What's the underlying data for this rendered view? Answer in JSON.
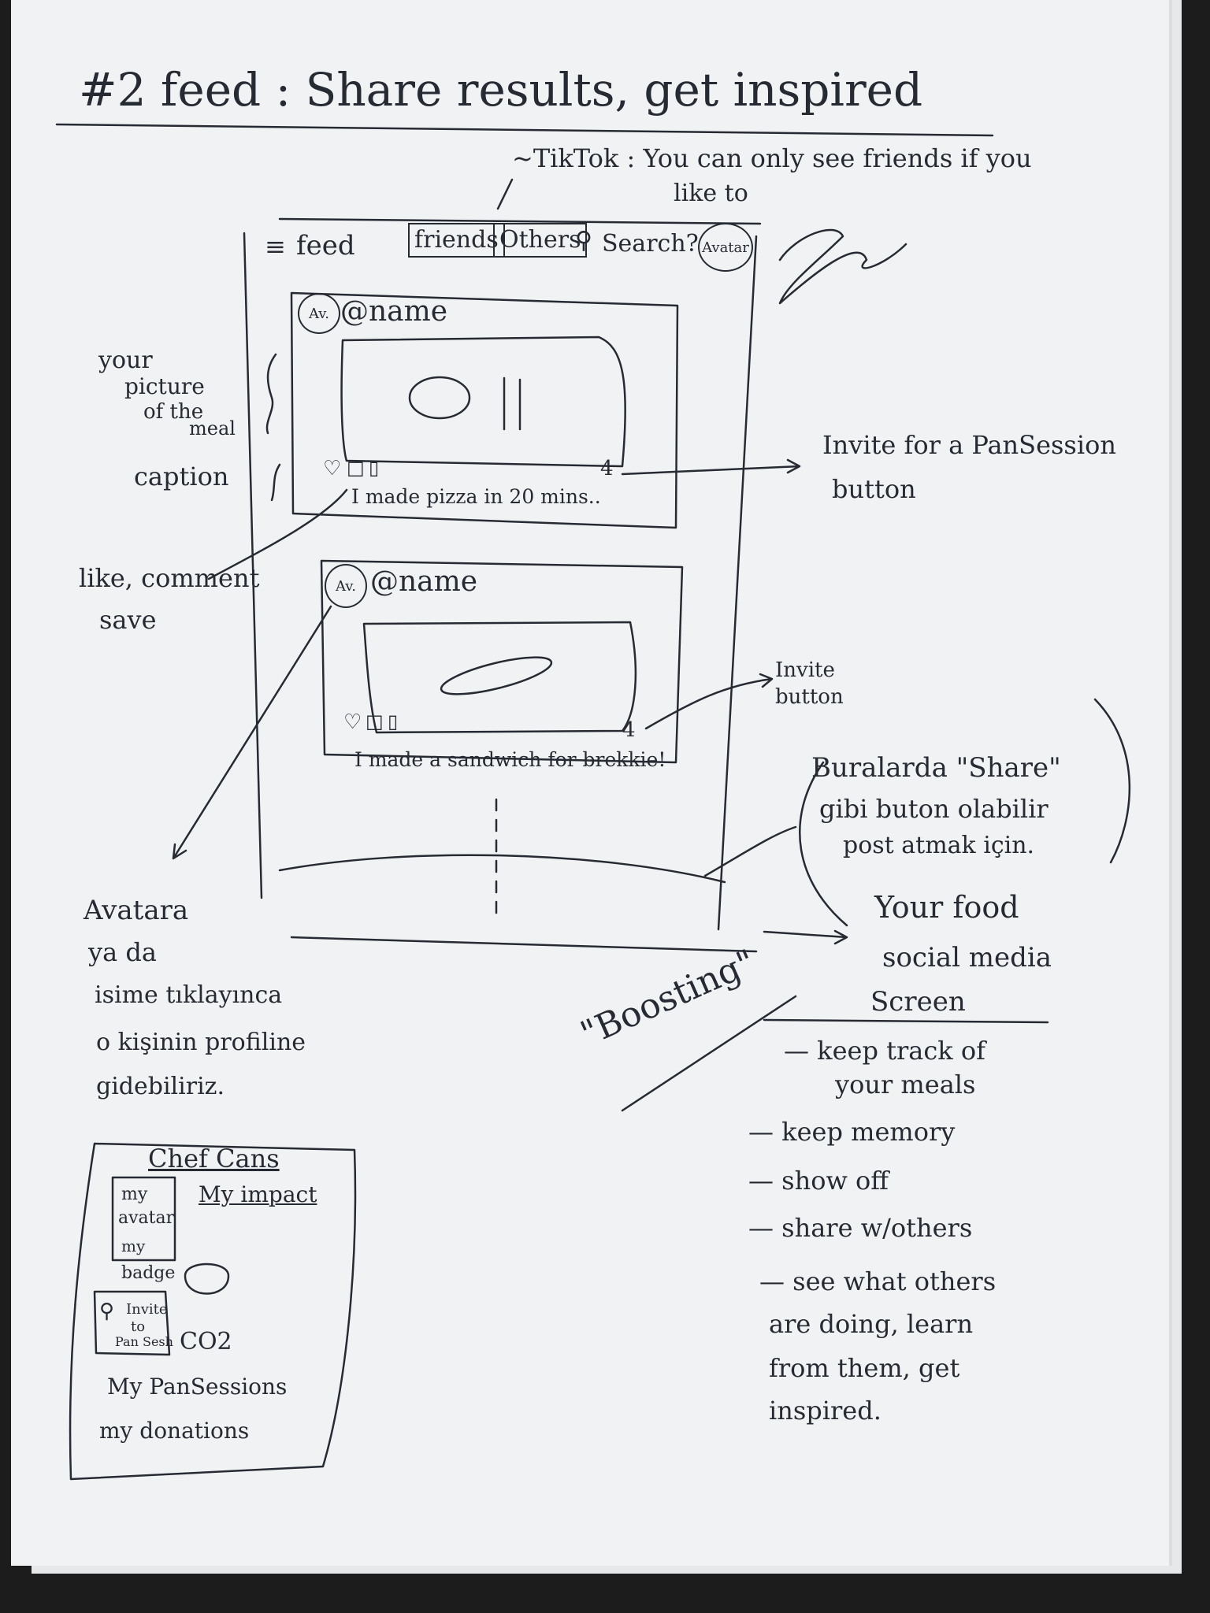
{
  "title": "#2 feed : Share results, get inspired",
  "tiktok_note": {
    "line1": "~TikTok : You can only see friends if you",
    "line2": "like to"
  },
  "mock_header": {
    "menu_label": "feed",
    "tab_friends": "friends",
    "tab_others": "Others",
    "search_label": "Search?",
    "avatar_label": "Avatar"
  },
  "posts": [
    {
      "avatar": "Av.",
      "name": "@name",
      "caption": "I made pizza in 20 mins..",
      "invite_icon": "4"
    },
    {
      "avatar": "Av.",
      "name": "@name",
      "caption": "I made a sandwich for brekkie!",
      "invite_icon": "4"
    }
  ],
  "left_notes": {
    "picture": [
      "your",
      "picture",
      "of the",
      "meal"
    ],
    "caption": "caption",
    "like": "like, comment",
    "save": "save"
  },
  "right_notes": {
    "invite1": [
      "Invite for a PanSession",
      "button"
    ],
    "invite2": [
      "Invite",
      "button"
    ],
    "turkish_share": [
      "Buralarda \"Share\"",
      "gibi buton olabilir",
      "post atmak için."
    ],
    "screen_title": [
      "Your food",
      "social media",
      "Screen"
    ],
    "boosting": "\"Boosting\"",
    "bullets": [
      "— keep track of",
      "your meals",
      "— keep memory",
      "— show off",
      "— share w/others",
      "— see what others",
      "are doing, learn",
      "from them, get",
      "inspired."
    ]
  },
  "avatar_note": [
    "Avatara",
    "ya da",
    "isime tıklayınca",
    "o kişinin profiline",
    "gidebiliriz."
  ],
  "profile_card": {
    "title": "Chef Cans",
    "avatar": [
      "my",
      "avatar"
    ],
    "badge": [
      "my",
      "badge"
    ],
    "impact": "My impact",
    "invite": [
      "Invite",
      "to",
      "Pan Sesh"
    ],
    "co2": "CO2",
    "sessions": "My PanSessions",
    "donations": "my donations"
  },
  "colors": {
    "ink": "#262a33",
    "paper": "#f1f2f4",
    "background": "#1c1c1c"
  }
}
